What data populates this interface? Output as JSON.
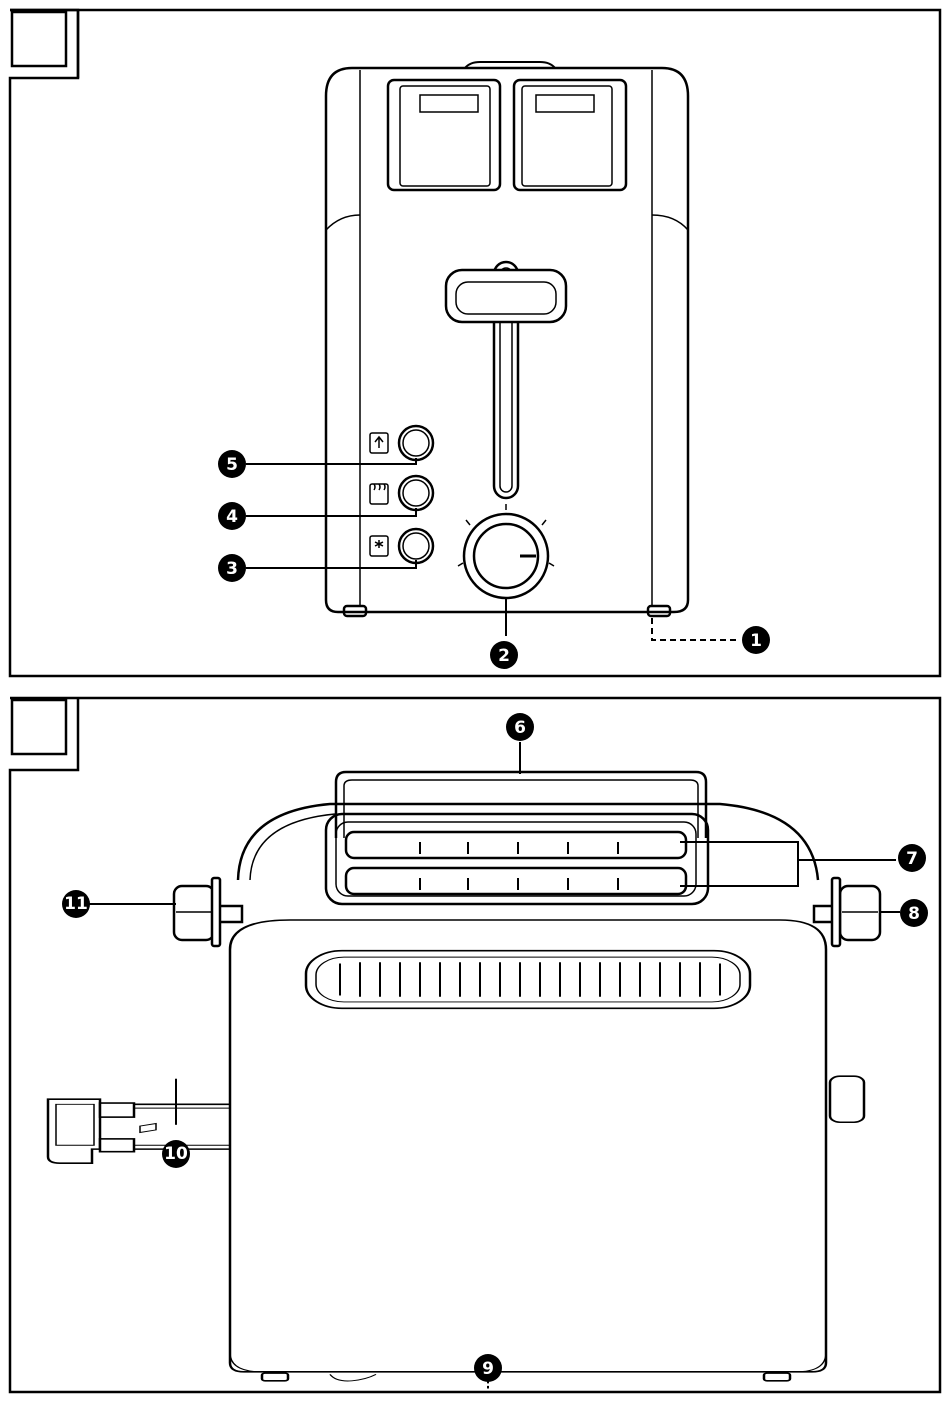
{
  "figures": [
    {
      "id": "figure-a",
      "label": "",
      "callouts": [
        {
          "num": "1",
          "text": "1"
        },
        {
          "num": "2",
          "text": "2"
        },
        {
          "num": "3",
          "text": "3"
        },
        {
          "num": "4",
          "text": "4"
        },
        {
          "num": "5",
          "text": "5"
        }
      ]
    },
    {
      "id": "figure-b",
      "label": "",
      "callouts": [
        {
          "num": "6",
          "text": "6"
        },
        {
          "num": "7",
          "text": "7"
        },
        {
          "num": "8",
          "text": "8"
        },
        {
          "num": "9",
          "text": "9"
        },
        {
          "num": "10",
          "text": "10"
        },
        {
          "num": "11",
          "text": "11"
        }
      ]
    }
  ],
  "colors": {
    "line": "#000000",
    "background": "#ffffff",
    "badge": "#000000"
  },
  "icons": {
    "panel_button_icons": [
      "toast-lift-icon",
      "reheat-steam-icon",
      "defrost-snowflake-icon"
    ]
  }
}
